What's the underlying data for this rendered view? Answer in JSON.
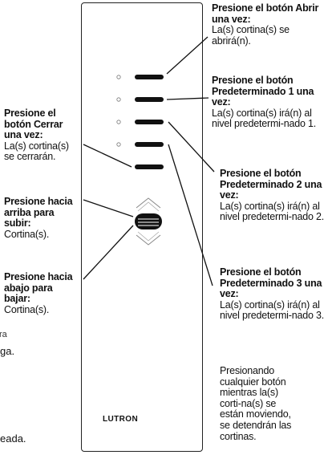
{
  "right_callouts": [
    {
      "heading": "Presione el botón Abrir una vez:",
      "body": "La(s) cortina(s) se abrirá(n)."
    },
    {
      "heading": "Presione el botón Predeterminado 1 una vez:",
      "body": "La(s) cortina(s) irá(n) al nivel predetermi-nado 1."
    },
    {
      "heading": "Presione el botón Predeterminado 2 una vez:",
      "body": "La(s) cortina(s) irá(n) al nivel predetermi-nado 2."
    },
    {
      "heading": "Presione el botón Predeterminado 3 una vez:",
      "body": "La(s) cortina(s) irá(n) al nivel predetermi-nado 3."
    }
  ],
  "right_note": "Presionando cualquier botón mientras la(s) corti-na(s) se están moviendo, se detendrán las cortinas.",
  "left_callouts": [
    {
      "heading": "Presione el botón Cerrar una vez:",
      "body": "La(s) cortina(s) se cerrarán."
    },
    {
      "heading": "Presione hacia arriba para subir:",
      "body": "Cortina(s)."
    },
    {
      "heading": "Presione hacia abajo para bajar:",
      "body": "Cortina(s)."
    }
  ],
  "left_fragments": [
    "ra",
    "ga.",
    "eada."
  ],
  "brand": "LUTRON"
}
